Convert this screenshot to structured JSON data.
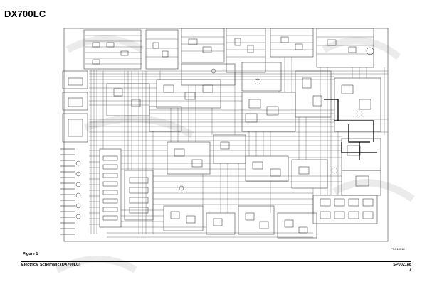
{
  "document": {
    "title": "DX700LC",
    "figure_label": "Figure 1",
    "drawing_ref": "PSO1001E",
    "footer_title": "Electrical Schematic (DX700LC)",
    "footer_code": "SP002188",
    "page_number": "7"
  },
  "colors": {
    "line": "#333333",
    "heavy_line": "#000000",
    "watermark": "#d9d9d9"
  }
}
